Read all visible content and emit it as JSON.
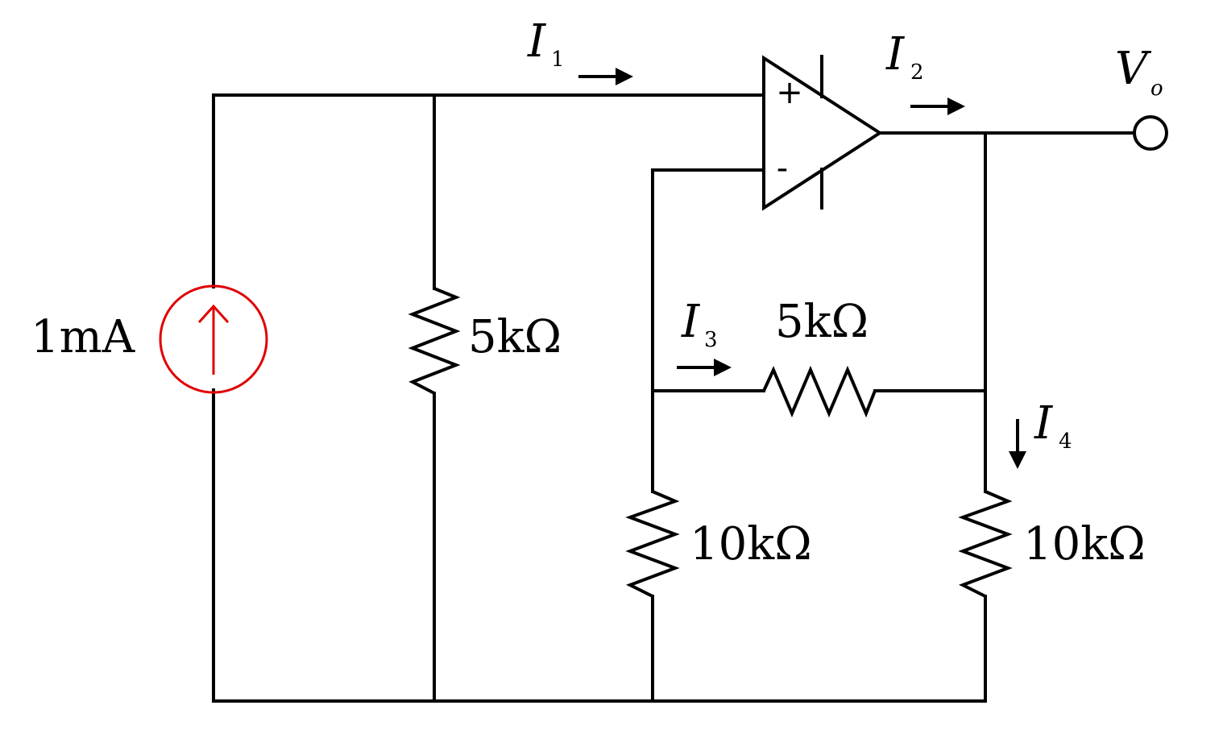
{
  "components": {
    "source": {
      "label": "1mA",
      "color": "#e00000"
    },
    "r_left": {
      "value": "5kΩ"
    },
    "r_mid_horiz": {
      "value": "5kΩ"
    },
    "r_mid_vert": {
      "value": "10kΩ"
    },
    "r_right": {
      "value": "10kΩ"
    },
    "opamp": {
      "plus": "+",
      "minus": "-"
    }
  },
  "currents": {
    "i1": {
      "main": "I",
      "sub": "1"
    },
    "i2": {
      "main": "I",
      "sub": "2"
    },
    "i3": {
      "main": "I",
      "sub": "3"
    },
    "i4": {
      "main": "I",
      "sub": "4"
    }
  },
  "output": {
    "main": "V",
    "sub": "o"
  }
}
